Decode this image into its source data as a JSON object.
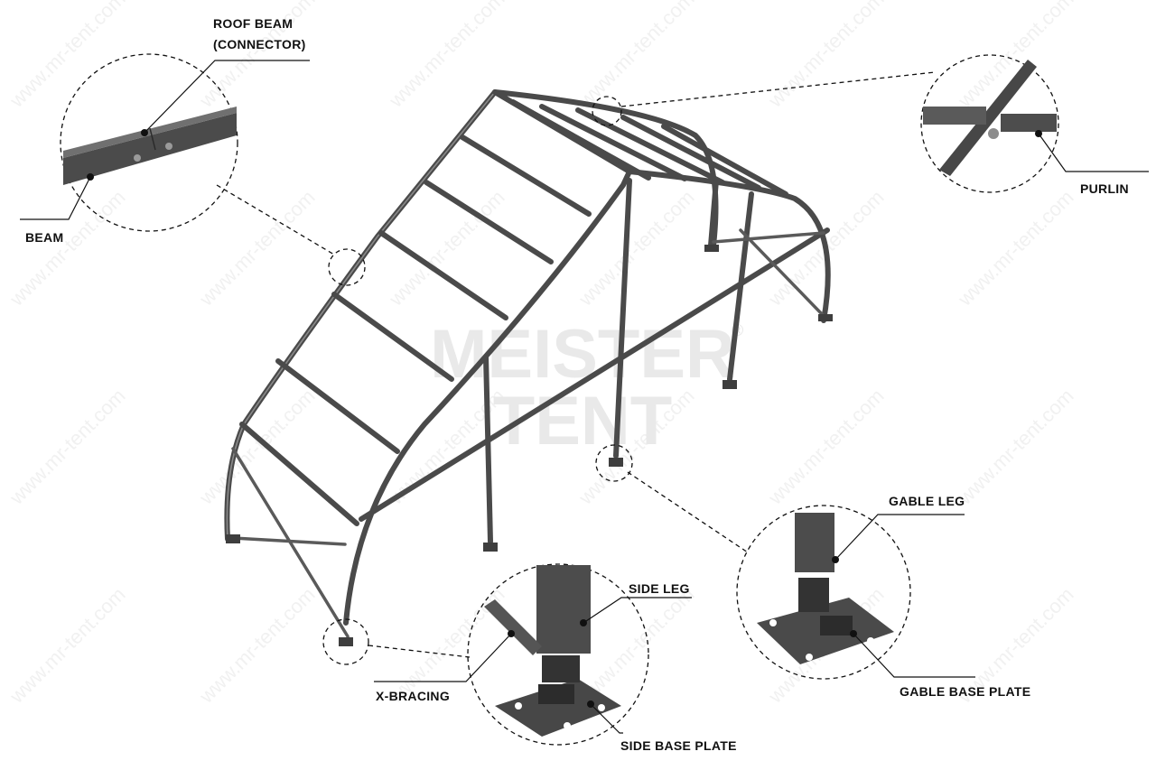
{
  "watermark": {
    "brand_line1": "MEISTER",
    "brand_line2": "TENT",
    "registered": "®",
    "repeat_text": "www.mr-tent.com"
  },
  "labels": {
    "roof_beam_line1": "ROOF BEAM",
    "roof_beam_line2": "(CONNECTOR)",
    "beam": "BEAM",
    "purlin": "PURLIN",
    "gable_leg": "GABLE LEG",
    "gable_base_plate": "GABLE BASE PLATE",
    "side_leg": "SIDE LEG",
    "x_bracing": "X-BRACING",
    "side_base_plate": "SIDE BASE PLATE"
  },
  "colors": {
    "frame_steel": "#4a4a4a",
    "detail_steel": "#3e3e3e",
    "text": "#111111"
  }
}
